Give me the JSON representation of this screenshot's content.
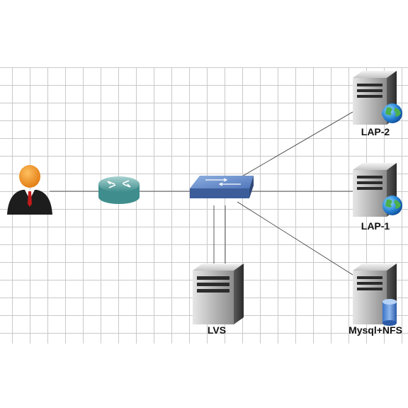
{
  "diagram": {
    "nodes": [
      {
        "id": "user",
        "kind": "user",
        "icon": "user-icon",
        "label": ""
      },
      {
        "id": "router",
        "kind": "router",
        "icon": "router-icon",
        "label": ""
      },
      {
        "id": "switch",
        "kind": "switch",
        "icon": "switch-icon",
        "label": ""
      },
      {
        "id": "lap2",
        "kind": "web-server",
        "icon": "server-globe-icon",
        "label": "LAP-2"
      },
      {
        "id": "lap1",
        "kind": "web-server",
        "icon": "server-globe-icon",
        "label": "LAP-1"
      },
      {
        "id": "lvs",
        "kind": "server",
        "icon": "server-icon",
        "label": "LVS"
      },
      {
        "id": "db",
        "kind": "db-server",
        "icon": "server-database-icon",
        "label": "Mysql+NFS"
      }
    ],
    "edges": [
      {
        "from": "user",
        "to": "router"
      },
      {
        "from": "router",
        "to": "switch"
      },
      {
        "from": "switch",
        "to": "lap2"
      },
      {
        "from": "switch",
        "to": "lap1"
      },
      {
        "from": "switch",
        "to": "db"
      },
      {
        "from": "switch",
        "to": "lvs"
      }
    ]
  }
}
